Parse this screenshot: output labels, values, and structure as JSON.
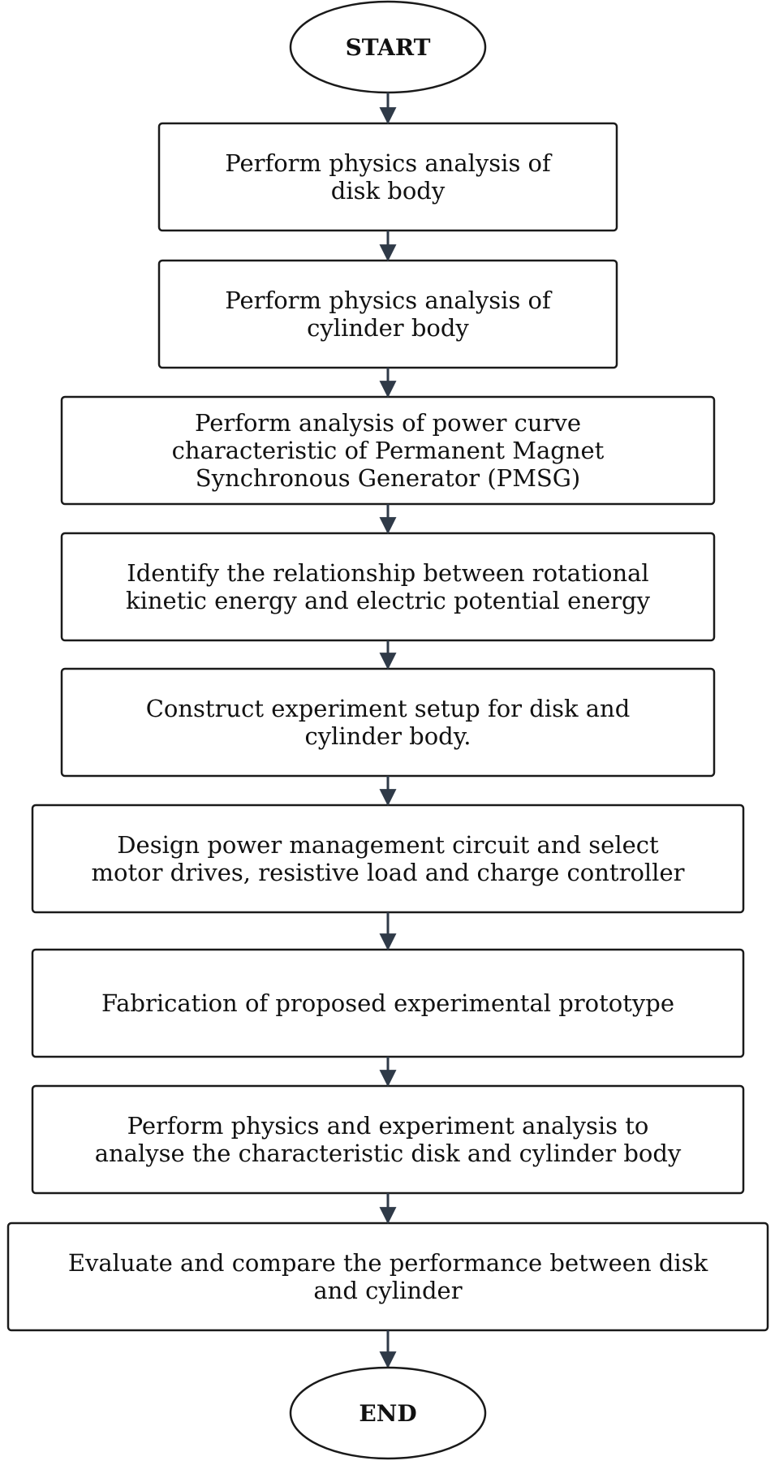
{
  "flowchart": {
    "start_label": "START",
    "end_label": "END",
    "steps": [
      {
        "lines": [
          "Perform physics analysis of",
          "disk body"
        ]
      },
      {
        "lines": [
          "Perform physics analysis of",
          "cylinder body"
        ]
      },
      {
        "lines": [
          "Perform analysis of power curve",
          "characteristic of Permanent Magnet",
          "Synchronous Generator (PMSG)"
        ]
      },
      {
        "lines": [
          "Identify the relationship between rotational",
          "kinetic energy and electric potential energy"
        ]
      },
      {
        "lines": [
          "Construct experiment setup for disk and",
          "cylinder body."
        ]
      },
      {
        "lines": [
          "Design power management circuit and select",
          "motor drives, resistive load and charge controller"
        ]
      },
      {
        "lines": [
          "Fabrication of proposed experimental prototype"
        ]
      },
      {
        "lines": [
          "Perform physics and experiment analysis to",
          "analyse the characteristic disk and cylinder body"
        ]
      },
      {
        "lines": [
          "Evaluate and compare the performance between disk",
          "and cylinder"
        ]
      }
    ],
    "colors": {
      "border": "#1a1a1a",
      "arrow": "#2f3a48",
      "text": "#111111"
    }
  }
}
